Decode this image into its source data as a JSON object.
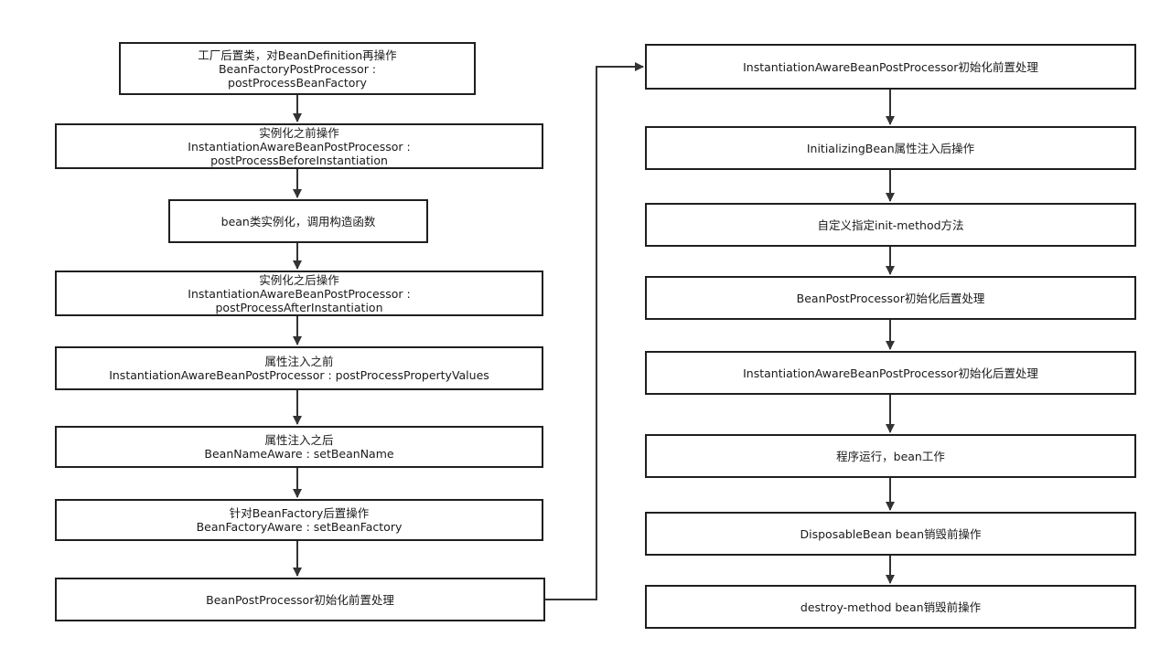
{
  "left_column": [
    {
      "lines": [
        "工厂后置类，对BeanDefinition再操作",
        "BeanFactoryPostProcessor :",
        "postProcessBeanFactory"
      ]
    },
    {
      "lines": [
        "实例化之前操作",
        "InstantiationAwareBeanPostProcessor :",
        "postProcessBeforeInstantiation"
      ]
    },
    {
      "lines": [
        "bean类实例化，调用构造函数"
      ]
    },
    {
      "lines": [
        "实例化之后操作",
        "InstantiationAwareBeanPostProcessor :",
        "postProcessAfterInstantiation"
      ]
    },
    {
      "lines": [
        "属性注入之前",
        "InstantiationAwareBeanPostProcessor : postProcessPropertyValues"
      ]
    },
    {
      "lines": [
        "属性注入之后",
        "BeanNameAware : setBeanName"
      ]
    },
    {
      "lines": [
        "针对BeanFactory后置操作",
        "BeanFactoryAware : setBeanFactory"
      ]
    },
    {
      "lines": [
        "BeanPostProcessor初始化前置处理"
      ]
    }
  ],
  "right_column": [
    {
      "lines": [
        "InstantiationAwareBeanPostProcessor初始化前置处理"
      ]
    },
    {
      "lines": [
        "InitializingBean属性注入后操作"
      ]
    },
    {
      "lines": [
        "自定义指定init-method方法"
      ]
    },
    {
      "lines": [
        "BeanPostProcessor初始化后置处理"
      ]
    },
    {
      "lines": [
        "InstantiationAwareBeanPostProcessor初始化后置处理"
      ]
    },
    {
      "lines": [
        "程序运行，bean工作"
      ]
    },
    {
      "lines": [
        "DisposableBean bean销毁前操作"
      ]
    },
    {
      "lines": [
        "destroy-method bean销毁前操作"
      ]
    }
  ],
  "colors": {
    "line": "#333333",
    "border": "#1f1f1f",
    "background": "#ffffff"
  }
}
